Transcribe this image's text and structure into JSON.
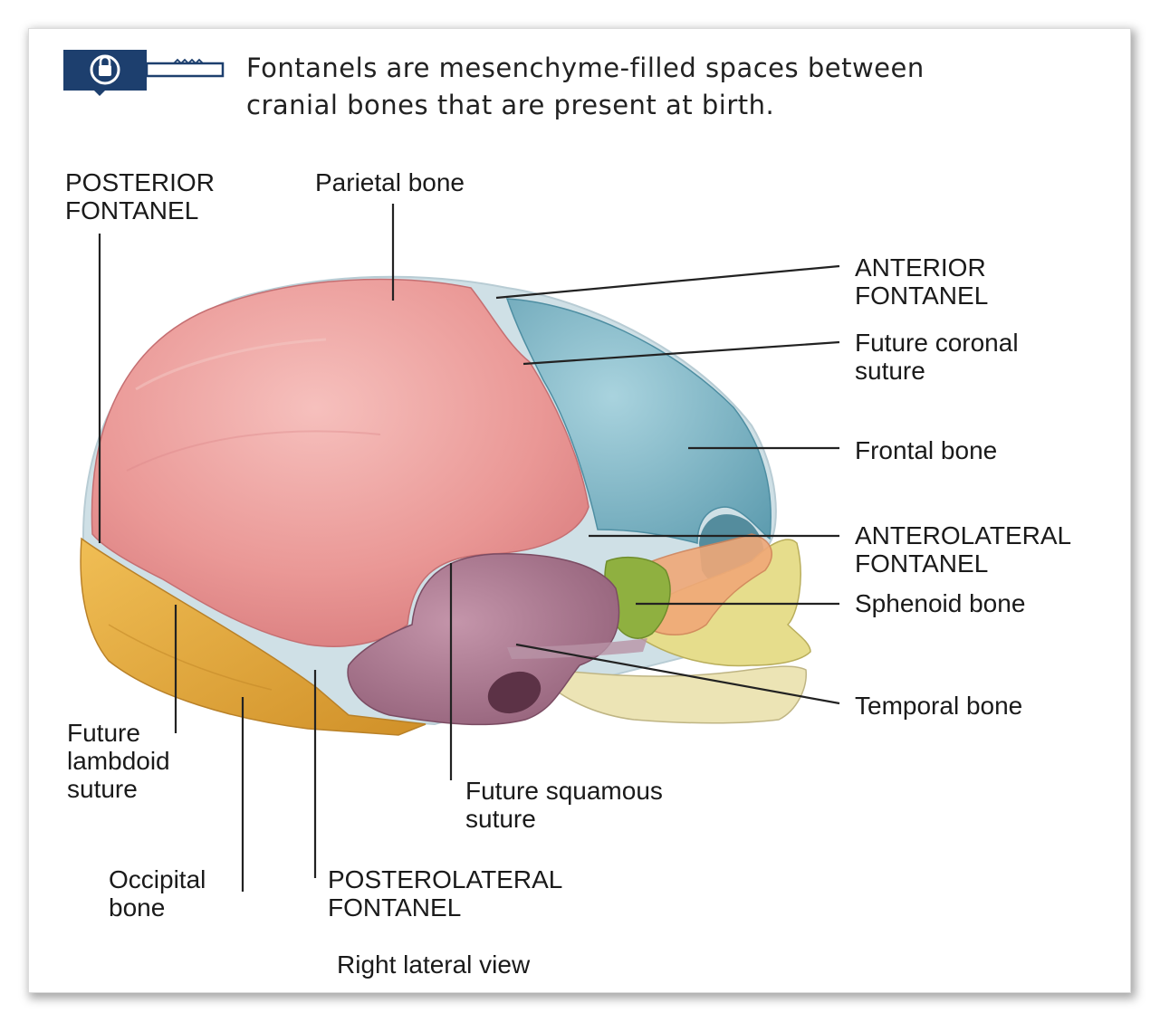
{
  "header": {
    "line1": "Fontanels are mesenchyme-filled spaces between",
    "line2": "cranial bones that are present at birth."
  },
  "icon": "key-lock-icon",
  "labels": {
    "posterior_fontanel": [
      "POSTERIOR",
      "FONTANEL"
    ],
    "parietal_bone": "Parietal bone",
    "anterior_fontanel": [
      "ANTERIOR",
      "FONTANEL"
    ],
    "future_coronal_suture": [
      "Future coronal",
      "suture"
    ],
    "frontal_bone": "Frontal bone",
    "anterolateral_fontanel": [
      "ANTEROLATERAL",
      "FONTANEL"
    ],
    "sphenoid_bone": "Sphenoid bone",
    "temporal_bone": "Temporal bone",
    "future_lambdoid_suture": [
      "Future",
      "lambdoid",
      "suture"
    ],
    "future_squamous_suture": [
      "Future squamous",
      "suture"
    ],
    "occipital_bone": [
      "Occipital",
      "bone"
    ],
    "posterolateral_fontanel": [
      "POSTEROLATERAL",
      "FONTANEL"
    ]
  },
  "caption": "Right lateral view",
  "colors": {
    "parietal": "#e9908f",
    "frontal": "#7fb6c6",
    "occipital": "#e4a93c",
    "temporal": "#a77089",
    "sphenoid": "#8fb040",
    "facial": "#e6dd8c",
    "fontanel": "#c8dce4",
    "icon": "#1d3f6e"
  }
}
